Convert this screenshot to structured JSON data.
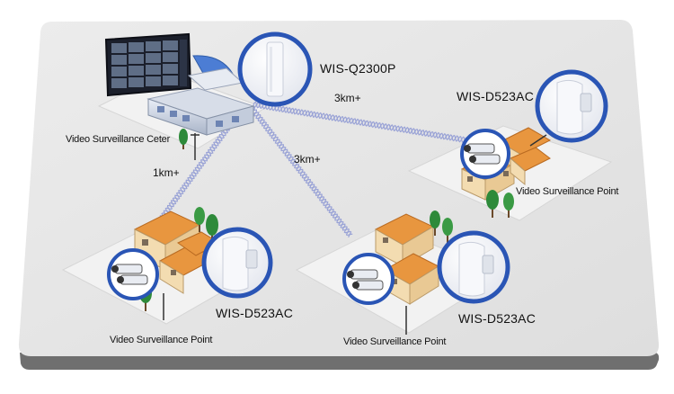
{
  "center": {
    "label": "Video Surveillance Ceter",
    "device": "WIS-Q2300P",
    "icons": [
      "monitor-wall-icon",
      "control-building-icon",
      "antenna-pole-icon"
    ]
  },
  "points": [
    {
      "label": "Video Surveillance Point",
      "device": "WIS-D523AC",
      "icons": [
        "house-icon",
        "cctv-camera-icon",
        "wireless-cpe-icon",
        "tree-icon"
      ]
    },
    {
      "label": "Video Surveillance Point",
      "device": "WIS-D523AC",
      "icons": [
        "house-icon",
        "cctv-camera-icon",
        "wireless-cpe-icon",
        "tree-icon"
      ]
    },
    {
      "label": "Video Surveillance Point",
      "device": "WIS-D523AC",
      "icons": [
        "house-icon",
        "cctv-camera-icon",
        "wireless-cpe-icon",
        "tree-icon"
      ]
    }
  ],
  "links": [
    {
      "distance": "3km+"
    },
    {
      "distance": "3km+"
    },
    {
      "distance": "1km+"
    }
  ],
  "colors": {
    "board": "#e6e6e6",
    "board_edge": "#6f6f6f",
    "link_wave": "#9aa3d6",
    "ground": "#ececec",
    "roof": "#e8963f",
    "wall": "#f3dcb1",
    "tree": "#2e8a3a",
    "camera_circle": "#2a55b5"
  }
}
